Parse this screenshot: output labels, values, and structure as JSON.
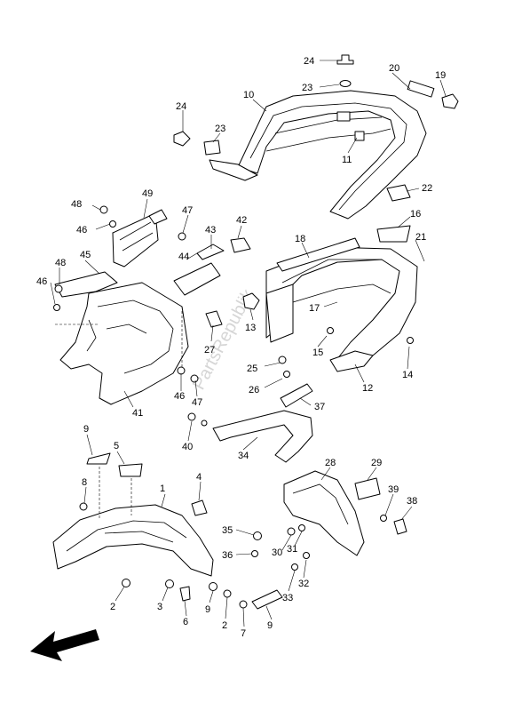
{
  "watermark": "PartsRepublik",
  "callouts": [
    "1",
    "2",
    "3",
    "4",
    "5",
    "6",
    "7",
    "8",
    "9",
    "10",
    "11",
    "12",
    "13",
    "14",
    "15",
    "16",
    "17",
    "18",
    "19",
    "20",
    "21",
    "22",
    "23",
    "24",
    "25",
    "26",
    "27",
    "28",
    "29",
    "30",
    "31",
    "32",
    "33",
    "34",
    "35",
    "36",
    "37",
    "38",
    "39",
    "40",
    "41",
    "42",
    "43",
    "44",
    "45",
    "46",
    "47",
    "48",
    "49"
  ],
  "arrow_icon": "direction-arrow-icon"
}
